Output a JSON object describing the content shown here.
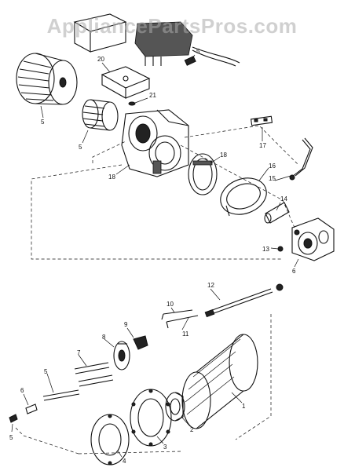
{
  "watermark": "AppliancePartsPros.com",
  "callouts": {
    "c1": "1",
    "c2": "2",
    "c3": "3",
    "c4": "4",
    "c5a": "5",
    "c5b": "5",
    "c5c": "5",
    "c5d": "5",
    "c5e": "5",
    "c6a": "6",
    "c6b": "6",
    "c7": "7",
    "c8": "8",
    "c9": "9",
    "c10": "10",
    "c11": "11",
    "c12": "12",
    "c13": "13",
    "c14": "14",
    "c15": "15",
    "c16": "16",
    "c17": "17",
    "c18a": "18",
    "c18b": "18",
    "c20": "20",
    "c21": "21"
  },
  "colors": {
    "ink": "#111111",
    "paper": "#ffffff",
    "watermark": "#aaaaaa"
  }
}
